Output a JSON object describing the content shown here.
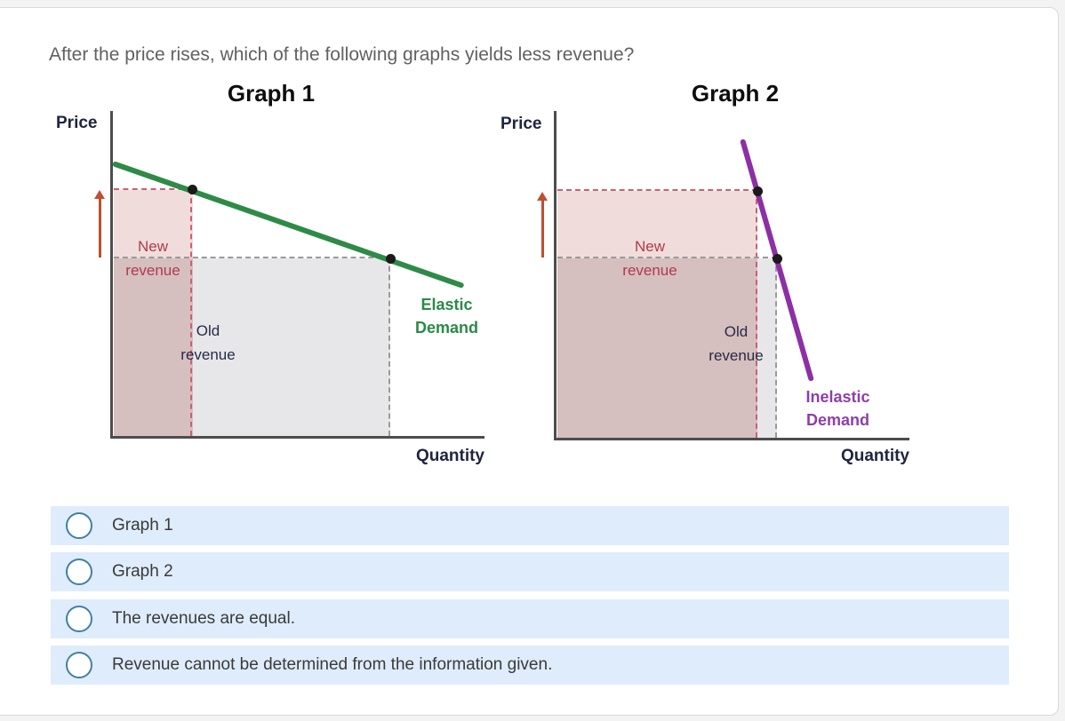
{
  "question": "After the price rises, which of the following graphs yields less revenue?",
  "graph1": {
    "title": "Graph 1",
    "y_axis": "Price",
    "x_axis": "Quantity",
    "curve_label_line1": "Elastic",
    "curve_label_line2": "Demand",
    "new_revenue_line1": "New",
    "new_revenue_line2": "revenue",
    "old_revenue_line1": "Old",
    "old_revenue_line2": "revenue"
  },
  "graph2": {
    "title": "Graph 2",
    "y_axis": "Price",
    "x_axis": "Quantity",
    "curve_label_line1": "Inelastic",
    "curve_label_line2": "Demand",
    "new_revenue_line1": "New",
    "new_revenue_line2": "revenue",
    "old_revenue_line1": "Old",
    "old_revenue_line2": "revenue"
  },
  "options": [
    {
      "label": "Graph 1"
    },
    {
      "label": "Graph 2"
    },
    {
      "label": "The revenues are equal."
    },
    {
      "label": "Revenue cannot be determined from the information given."
    }
  ],
  "colors": {
    "elastic_curve": "#2e8b47",
    "inelastic_curve": "#8d2fa5",
    "new_revenue_fill": "#f0dddb",
    "old_revenue_fill": "#e7e7ea",
    "overlap_fill": "#d6bfbf",
    "new_revenue_text": "#b03a4d",
    "price_arrow": "#bf4f2e",
    "option_row": "#dfecfb",
    "radio_border": "#4380a0"
  },
  "chart_data": [
    {
      "type": "line",
      "title": "Graph 1",
      "xlabel": "Quantity",
      "ylabel": "Price",
      "series": [
        {
          "name": "Elastic Demand",
          "x_norm": [
            0.0,
            0.94
          ],
          "y_norm": [
            0.84,
            0.47
          ]
        }
      ],
      "points_norm": {
        "new": {
          "q": 0.215,
          "p": 0.757
        },
        "old": {
          "q": 0.747,
          "p": 0.548
        }
      },
      "annotations": [
        "New revenue",
        "Old revenue",
        "Elastic Demand"
      ],
      "note": "No numeric scale shown; coordinates are normalized 0-1 fractions of the axes."
    },
    {
      "type": "line",
      "title": "Graph 2",
      "xlabel": "Quantity",
      "ylabel": "Price",
      "series": [
        {
          "name": "Inelastic Demand",
          "x_norm": [
            0.525,
            0.72
          ],
          "y_norm": [
            0.91,
            0.18
          ]
        }
      ],
      "points_norm": {
        "new": {
          "q": 0.568,
          "p": 0.756
        },
        "old": {
          "q": 0.623,
          "p": 0.55
        }
      },
      "annotations": [
        "New revenue",
        "Old revenue",
        "Inelastic Demand"
      ],
      "note": "No numeric scale shown; coordinates are normalized 0-1 fractions of the axes."
    }
  ]
}
